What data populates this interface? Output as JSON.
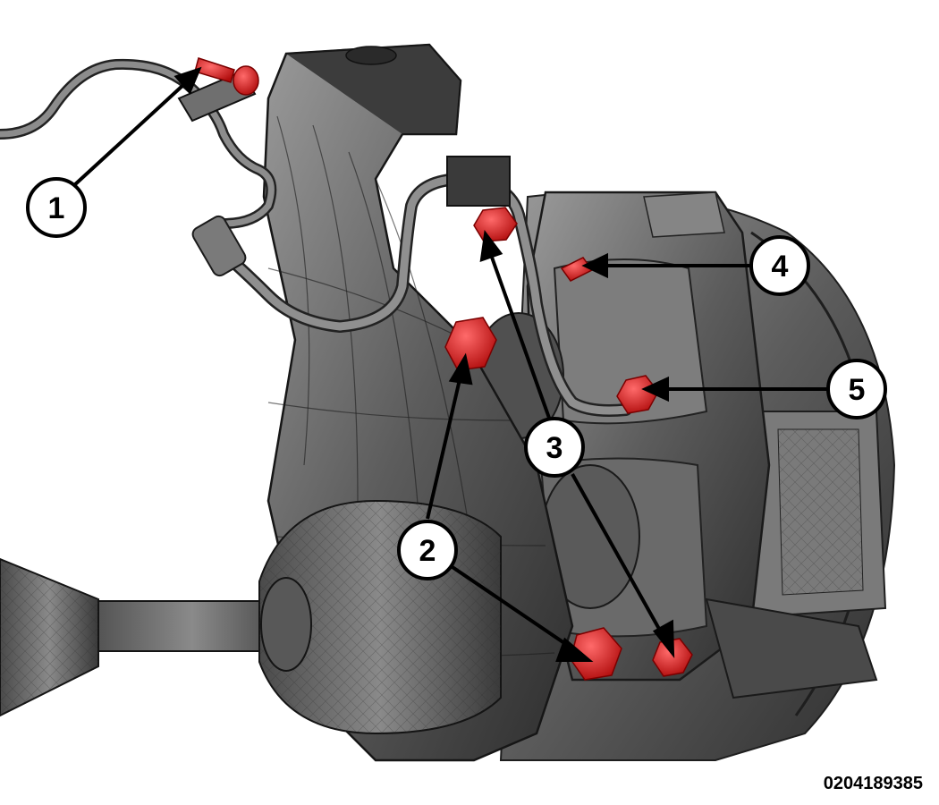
{
  "figure": {
    "figure_number": "0204189385",
    "colors": {
      "background": "#ffffff",
      "part_gray": "#6e6e6e",
      "part_dark": "#3a3a3a",
      "fastener_red": "#d81e1e",
      "callout_fill": "#ffffff",
      "callout_stroke": "#000000"
    },
    "callouts": [
      {
        "number": "1",
        "target": "brake hose banjo bolt"
      },
      {
        "number": "2",
        "target": "caliper mounting bolts"
      },
      {
        "number": "3",
        "target": "caliper bracket bolts"
      },
      {
        "number": "4",
        "target": "bleeder screw"
      },
      {
        "number": "5",
        "target": "caliper guide pin bolt"
      }
    ]
  }
}
